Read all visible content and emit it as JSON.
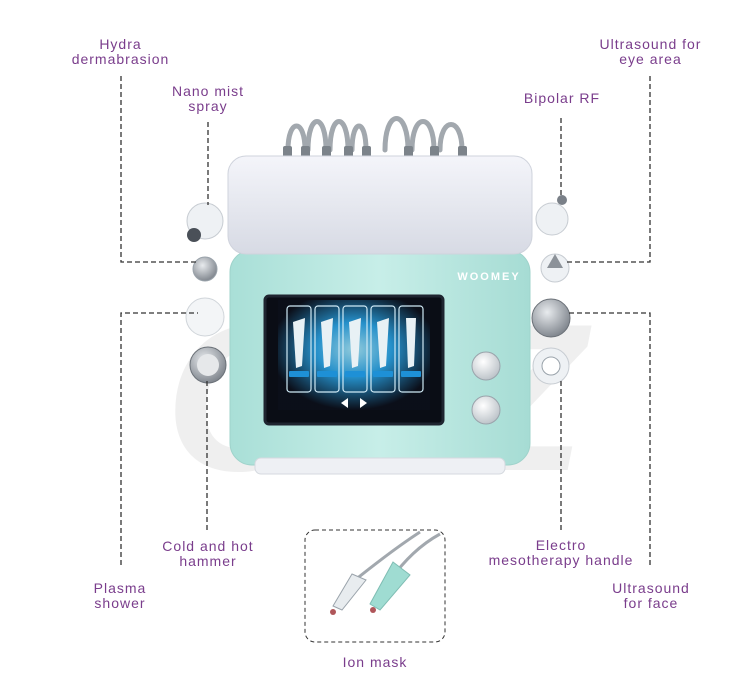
{
  "brand": "WOOMEY",
  "watermark": "CSZ",
  "labels": {
    "hydra": [
      "Hydra",
      "dermabrasion"
    ],
    "nano": [
      "Nano mist",
      "spray"
    ],
    "ultra_eye": [
      "Ultrasound for",
      "eye area"
    ],
    "bipolar": [
      "Bipolar RF"
    ],
    "cold_hot": [
      "Cold and hot",
      "hammer"
    ],
    "electro": [
      "Electro",
      "mesotherapy handle"
    ],
    "plasma": [
      "Plasma",
      "shower"
    ],
    "ultra_face": [
      "Ultrasound",
      "for face"
    ],
    "ion": [
      "Ion mask"
    ]
  },
  "colors": {
    "label": "#7a3d8c",
    "body_green": "#bfe9e3",
    "body_top": "#e9ebf2",
    "screen_glow": "#3fb8f0",
    "dash": "#333333"
  },
  "icons": [
    "prev-arrow-icon",
    "next-arrow-icon"
  ]
}
